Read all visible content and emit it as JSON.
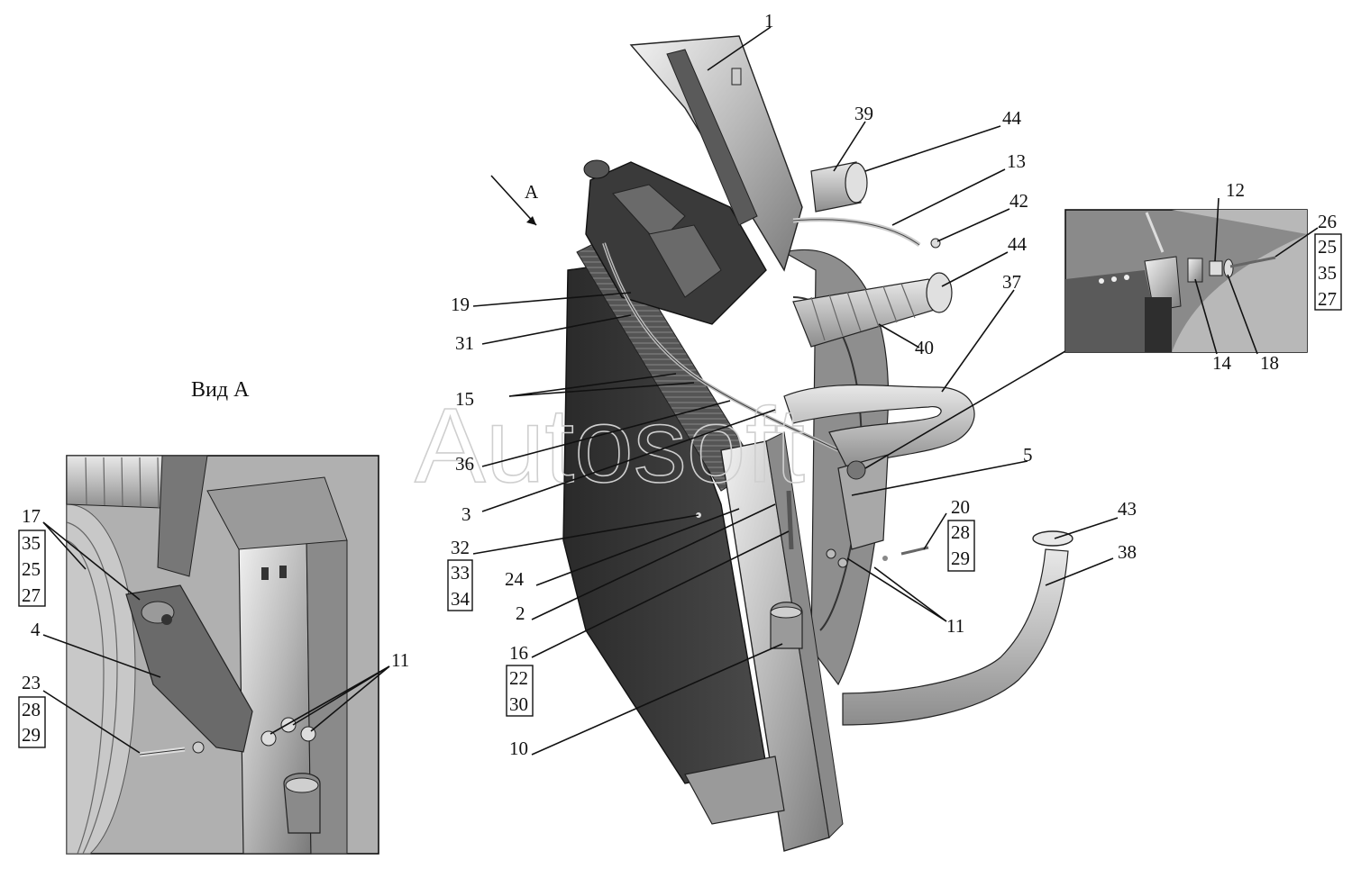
{
  "view_title": "Вид А",
  "view_arrow_label": "А",
  "watermark": "Autosoft",
  "callouts": {
    "c1": "1",
    "c39": "39",
    "c44a": "44",
    "c13": "13",
    "c42": "42",
    "c44b": "44",
    "c37": "37",
    "c40": "40",
    "c19": "19",
    "c31": "31",
    "c15": "15",
    "c36": "36",
    "c3": "3",
    "c5": "5",
    "c20": "20",
    "c28a": "28",
    "c29a": "29",
    "c43": "43",
    "c38": "38",
    "c11a": "11",
    "c32": "32",
    "c33": "33",
    "c34": "34",
    "c24": "24",
    "c2": "2",
    "c16": "16",
    "c22": "22",
    "c30": "30",
    "c10": "10",
    "c12": "12",
    "c26": "26",
    "c25a": "25",
    "c35a": "35",
    "c27a": "27",
    "c14": "14",
    "c18": "18",
    "c17": "17",
    "c35b": "35",
    "c25b": "25",
    "c27b": "27",
    "c4": "4",
    "c23": "23",
    "c28b": "28",
    "c29b": "29",
    "c11b": "11"
  }
}
